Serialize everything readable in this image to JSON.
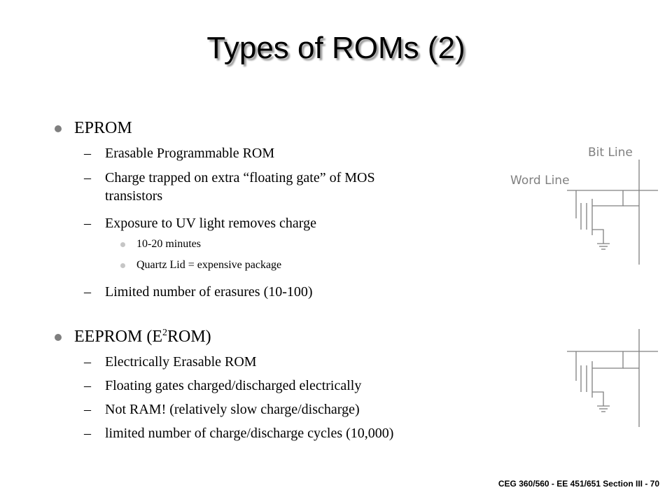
{
  "title": "Types of ROMs (2)",
  "sections": [
    {
      "heading": "EPROM",
      "items": [
        {
          "text": "Erasable Programmable ROM"
        },
        {
          "text": "Charge trapped on extra “floating gate” of MOS",
          "continuation": "transistors"
        },
        {
          "text": "Exposure to UV light removes charge",
          "subitems": [
            "10-20 minutes",
            "Quartz Lid = expensive package"
          ]
        },
        {
          "text": "Limited number of erasures (10-100)"
        }
      ]
    },
    {
      "heading_prefix": "EEPROM (E",
      "heading_sup": "2",
      "heading_suffix": "ROM)",
      "items": [
        {
          "text": "Electrically Erasable ROM"
        },
        {
          "text": "Floating gates charged/discharged electrically"
        },
        {
          "text": "Not RAM! (relatively slow charge/discharge)"
        },
        {
          "text": "limited number of charge/discharge cycles (10,000)"
        }
      ]
    }
  ],
  "diagram": {
    "bit_line_label": "Bit Line",
    "word_line_label": "Word Line"
  },
  "footer": "CEG 360/560 - EE 451/651 Section III - 70",
  "colors": {
    "bullet": "#7f7f7f",
    "subbullet": "#c6c6c6",
    "diagram_line": "#808080",
    "title_shadow": "#9a9a9a"
  }
}
